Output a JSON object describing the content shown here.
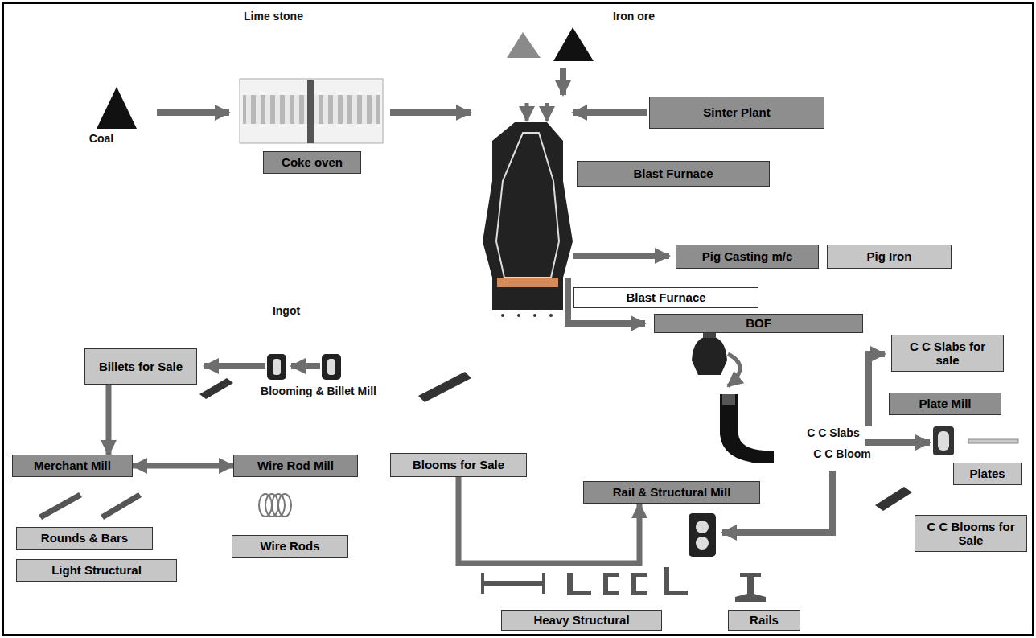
{
  "diagram": {
    "nodes": [
      {
        "text": [
          "Coke oven"
        ]
      },
      {
        "text": [
          "Sinter Plant"
        ]
      },
      {
        "text": [
          "Blast Furnace"
        ]
      },
      {
        "text": [
          "Pig Casting m/c"
        ]
      },
      {
        "text": [
          "Pig Iron"
        ]
      },
      {
        "text": [
          "Blast Furnace"
        ]
      },
      {
        "text": [
          "BOF"
        ]
      },
      {
        "text": [
          "C C Slabs for sale"
        ]
      },
      {
        "text": [
          "Plate Mill"
        ]
      },
      {
        "text": [
          "Plates"
        ]
      },
      {
        "text": [
          "C C Blooms for Sale"
        ]
      },
      {
        "text": [
          "Rail & Structural Mill"
        ]
      },
      {
        "text": [
          "Rails"
        ]
      },
      {
        "text": [
          "Heavy Structural"
        ]
      },
      {
        "text": [
          "Blooms for Sale"
        ]
      },
      {
        "text": [
          "Billets for Sale"
        ]
      },
      {
        "text": [
          "Merchant Mill"
        ]
      },
      {
        "text": [
          "Wire Rod Mill"
        ]
      },
      {
        "text": [
          "Rounds & Bars"
        ]
      },
      {
        "text": [
          "Light Structural"
        ]
      },
      {
        "text": [
          "Wire Rods"
        ]
      }
    ],
    "edges": [
      {
        "from": 15,
        "to": 16,
        "arrow": "to"
      },
      {
        "from": 16,
        "to": 17,
        "arrow": "both"
      },
      {
        "from": 14,
        "to": 11,
        "arrow": "to"
      }
    ],
    "labels": [
      "Lime stone",
      "Iron ore",
      "Coal",
      "Ingot",
      "Blooming & Billet Mill",
      "C C Slabs",
      "C C Bloom"
    ]
  }
}
